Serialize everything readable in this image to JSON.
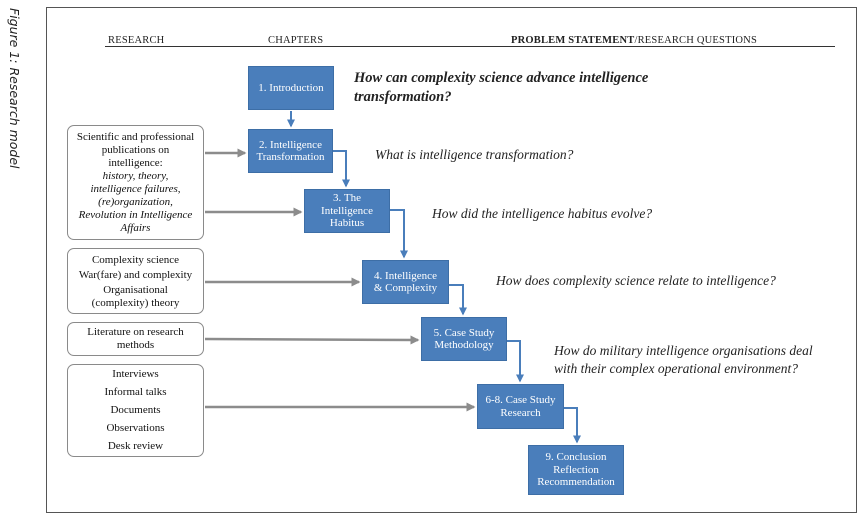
{
  "caption": "Figure 1: Research model",
  "headers": {
    "research": "RESEARCH",
    "chapters": "CHAPTERS",
    "problem_statement": "PROBLEM STATEMENT",
    "research_questions": "/RESEARCH QUESTIONS"
  },
  "sources": [
    {
      "lines": [
        {
          "text": "Scientific and professional",
          "italic": false
        },
        {
          "text": "publications on",
          "italic": false
        },
        {
          "text": "intelligence:",
          "italic": false
        },
        {
          "text": "history, theory,",
          "italic": true
        },
        {
          "text": "intelligence failures,",
          "italic": true
        },
        {
          "text": "(re)organization,",
          "italic": true
        },
        {
          "text": "Revolution in Intelligence",
          "italic": true
        },
        {
          "text": "Affairs",
          "italic": true
        }
      ]
    },
    {
      "lines": [
        {
          "text": "Complexity science",
          "italic": false
        },
        {
          "text": "War(fare) and complexity",
          "italic": false
        },
        {
          "text": "Organisational",
          "italic": false
        },
        {
          "text": "(complexity) theory",
          "italic": false
        }
      ]
    },
    {
      "lines": [
        {
          "text": "Literature on research",
          "italic": false
        },
        {
          "text": "methods",
          "italic": false
        }
      ]
    },
    {
      "lines": [
        {
          "text": "Interviews",
          "italic": false
        },
        {
          "text": "Informal talks",
          "italic": false
        },
        {
          "text": "Documents",
          "italic": false
        },
        {
          "text": "Observations",
          "italic": false
        },
        {
          "text": "Desk review",
          "italic": false
        }
      ]
    }
  ],
  "chapters": [
    {
      "lines": [
        "1. Introduction"
      ]
    },
    {
      "lines": [
        "2. Intelligence",
        "Transformation"
      ]
    },
    {
      "lines": [
        "3. The",
        "Intelligence",
        "Habitus"
      ]
    },
    {
      "lines": [
        "4. Intelligence",
        "& Complexity"
      ]
    },
    {
      "lines": [
        "5. Case Study",
        "Methodology"
      ]
    },
    {
      "lines": [
        "6-8. Case Study",
        "Research"
      ]
    },
    {
      "lines": [
        "9. Conclusion",
        "Reflection",
        "Recommendation"
      ]
    }
  ],
  "questions": [
    {
      "lines": [
        "How can complexity science advance intelligence",
        "transformation?"
      ],
      "bold": true
    },
    {
      "lines": [
        "What is intelligence transformation?"
      ],
      "bold": false
    },
    {
      "lines": [
        "How did the intelligence habitus evolve?"
      ],
      "bold": false
    },
    {
      "lines": [
        "How does complexity science relate to intelligence?"
      ],
      "bold": false
    },
    {
      "lines": [
        "How do military intelligence organisations deal",
        "with their complex operational environment?"
      ],
      "bold": false
    }
  ],
  "colors": {
    "chapter_fill": "#4a7ebb",
    "connector": "#4a7ebb",
    "source_arrow": "#8c8c8c"
  }
}
